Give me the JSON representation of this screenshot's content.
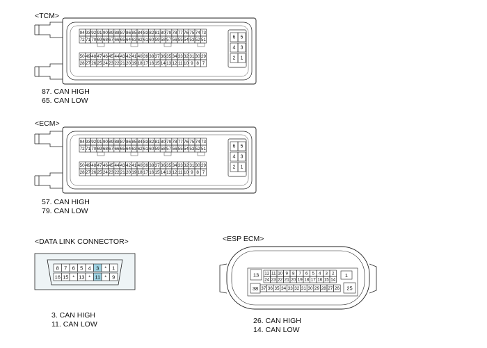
{
  "tcm": {
    "title": "<TCM>",
    "signals": [
      "87. CAN HIGH",
      "65. CAN LOW"
    ],
    "rows": [
      [
        "94",
        "93",
        "92",
        "91",
        "90",
        "89",
        "88",
        "87",
        "86",
        "85",
        "84",
        "83",
        "82",
        "81",
        "80",
        "79",
        "78",
        "77",
        "76",
        "75",
        "74",
        "73"
      ],
      [
        "72",
        "71",
        "70",
        "69",
        "68",
        "67",
        "66",
        "65",
        "64",
        "63",
        "62",
        "61",
        "60",
        "59",
        "58",
        "57",
        "56",
        "55",
        "54",
        "53",
        "52",
        "51"
      ],
      [
        "50",
        "49",
        "48",
        "47",
        "46",
        "45",
        "44",
        "43",
        "42",
        "41",
        "40",
        "39",
        "38",
        "37",
        "36",
        "35",
        "34",
        "33",
        "32",
        "31",
        "30",
        "29"
      ],
      [
        "28",
        "27",
        "26",
        "25",
        "24",
        "23",
        "22",
        "21",
        "20",
        "19",
        "18",
        "17",
        "16",
        "15",
        "14",
        "13",
        "12",
        "11",
        "10",
        "9",
        "8",
        "7"
      ]
    ],
    "side_pins": [
      [
        "6",
        "5"
      ],
      [
        "4",
        "3"
      ],
      [
        "2",
        "1"
      ]
    ]
  },
  "ecm": {
    "title": "<ECM>",
    "signals": [
      "57. CAN HIGH",
      "79. CAN LOW"
    ],
    "rows": [
      [
        "94",
        "93",
        "92",
        "91",
        "90",
        "89",
        "88",
        "87",
        "86",
        "85",
        "84",
        "83",
        "82",
        "81",
        "80",
        "79",
        "78",
        "77",
        "76",
        "75",
        "74",
        "73"
      ],
      [
        "72",
        "71",
        "70",
        "69",
        "68",
        "67",
        "66",
        "65",
        "64",
        "63",
        "62",
        "61",
        "60",
        "59",
        "58",
        "57",
        "56",
        "55",
        "54",
        "53",
        "52",
        "51"
      ],
      [
        "50",
        "49",
        "48",
        "47",
        "46",
        "45",
        "44",
        "43",
        "42",
        "41",
        "40",
        "39",
        "38",
        "37",
        "36",
        "35",
        "34",
        "33",
        "32",
        "31",
        "30",
        "29"
      ],
      [
        "28",
        "27",
        "26",
        "25",
        "24",
        "23",
        "22",
        "21",
        "20",
        "19",
        "18",
        "17",
        "16",
        "15",
        "14",
        "13",
        "12",
        "11",
        "10",
        "9",
        "8",
        "7"
      ]
    ],
    "side_pins": [
      [
        "6",
        "5"
      ],
      [
        "4",
        "3"
      ],
      [
        "2",
        "1"
      ]
    ]
  },
  "dlc": {
    "title": "<DATA LINK CONNECTOR>",
    "signals": [
      "3. CAN HIGH",
      "11. CAN LOW"
    ],
    "row1": [
      "8",
      "7",
      "6",
      "5",
      "4",
      "3",
      "*",
      "1"
    ],
    "row2": [
      "16",
      "15",
      "*",
      "13",
      "*",
      "11",
      "*",
      "9"
    ],
    "highlight_pins": [
      "3",
      "11"
    ],
    "highlight_color": "#9fd3e3"
  },
  "esp": {
    "title": "<ESP ECM>",
    "signals": [
      "26. CAN HIGH",
      "14. CAN LOW"
    ],
    "left_top": "13",
    "row1": [
      "12",
      "11",
      "10",
      "9",
      "8",
      "7",
      "6",
      "5",
      "4",
      "3",
      "2"
    ],
    "right_top": "1",
    "row2": [
      "24",
      "23",
      "22",
      "21",
      "20",
      "19",
      "18",
      "17",
      "16",
      "15",
      "14"
    ],
    "left_bottom": "38",
    "row3": [
      "37",
      "36",
      "35",
      "34",
      "33",
      "32",
      "31",
      "30",
      "29",
      "28",
      "27",
      "26"
    ],
    "right_bottom": "25"
  }
}
